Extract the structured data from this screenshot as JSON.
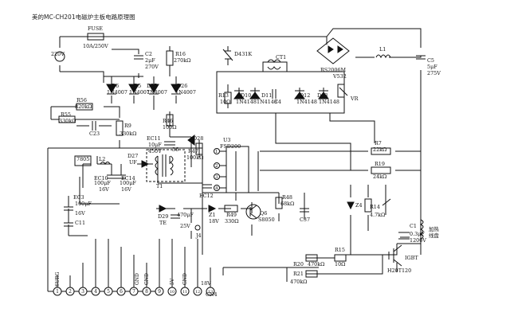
{
  "title": "美的MC-CH201电磁炉主板电路原理图",
  "input": {
    "voltage": "220V",
    "fuse": "FUSE",
    "fuse_rating": "10A/250V"
  },
  "bridge": {
    "ref": "RS2006M",
    "value": "V532"
  },
  "coil_filter": {
    "l1": "L1",
    "c5": "C5",
    "c5_v1": "5μF",
    "c5_v2": "275V"
  },
  "components": {
    "c2": [
      "C2",
      "2μF",
      "270V"
    ],
    "r16": [
      "R16",
      "270kΩ"
    ],
    "d431k": "D431K",
    "ct1": "CT1",
    "c4": "C4",
    "d6": [
      "D6",
      "1N4007"
    ],
    "d5": [
      "D5",
      "1N4007"
    ],
    "d25": [
      "D25",
      "1N4007"
    ],
    "d26": [
      "D26",
      "1N4007"
    ],
    "r13": [
      "R13",
      "10Ω"
    ],
    "d10": [
      "D10",
      "1N4148"
    ],
    "d11": [
      "D11",
      "1N4148"
    ],
    "d12": [
      "D12",
      "1N4148"
    ],
    "d13": [
      "D13",
      "1N4148"
    ],
    "vr": "VR",
    "r56": [
      "R56",
      "820kΩ"
    ],
    "r55": [
      "R55",
      "330kΩ"
    ],
    "c23": "C23",
    "r9": [
      "R9",
      "330kΩ"
    ],
    "r46": [
      "R46",
      "100Ω"
    ],
    "ec11": [
      "EC11",
      "10μF",
      "450V"
    ],
    "d28": "D28",
    "r47": [
      "R47",
      "100kΩ"
    ],
    "u3": [
      "U3",
      "FSD200"
    ],
    "t36": "36",
    "t1": "T1",
    "d27": [
      "D27",
      "UF"
    ],
    "ic7805": "7805",
    "l2": "L2",
    "ec10": [
      "EC10",
      "100μF",
      "16V"
    ],
    "ec14": [
      "EC14",
      "100μF",
      "16V"
    ],
    "ec3": [
      "EC3",
      "100μF"
    ],
    "v16": "16V",
    "c11": "C11",
    "ec12": "EC12",
    "r48": [
      "R48",
      "68kΩ"
    ],
    "c37": "C37",
    "d29": [
      "D29",
      "TE"
    ],
    "c470": [
      "470μF",
      "25V"
    ],
    "z1": [
      "Z1",
      "18V"
    ],
    "r49": [
      "R49",
      "330Ω"
    ],
    "q6": [
      "Q6",
      "S8050"
    ],
    "j4": "J4",
    "r7": [
      "R7",
      "22kΩ"
    ],
    "r19": [
      "R19",
      "24kΩ"
    ],
    "z4": "Z4",
    "r14": [
      "R14",
      "4.7kΩ"
    ],
    "heat_coil": [
      "加热",
      "线盘"
    ],
    "c1": [
      "C1",
      "0.3μF",
      "1200V"
    ],
    "r20": [
      "R20",
      "470kΩ"
    ],
    "r21": [
      "R21",
      "470kΩ"
    ],
    "r15": [
      "R15",
      "10Ω"
    ],
    "igbt": [
      "IGBT",
      "H20T120"
    ]
  },
  "connector": {
    "ref": "CN4",
    "pins": [
      "1",
      "2",
      "3",
      "4",
      "5",
      "6",
      "7",
      "8",
      "9",
      "10",
      "11",
      "12",
      "13"
    ],
    "labels": [
      "SURG",
      "GND",
      "GND",
      "5V",
      "GND",
      "18V"
    ]
  },
  "u3_pins": [
    "1",
    "2",
    "3",
    "4"
  ]
}
